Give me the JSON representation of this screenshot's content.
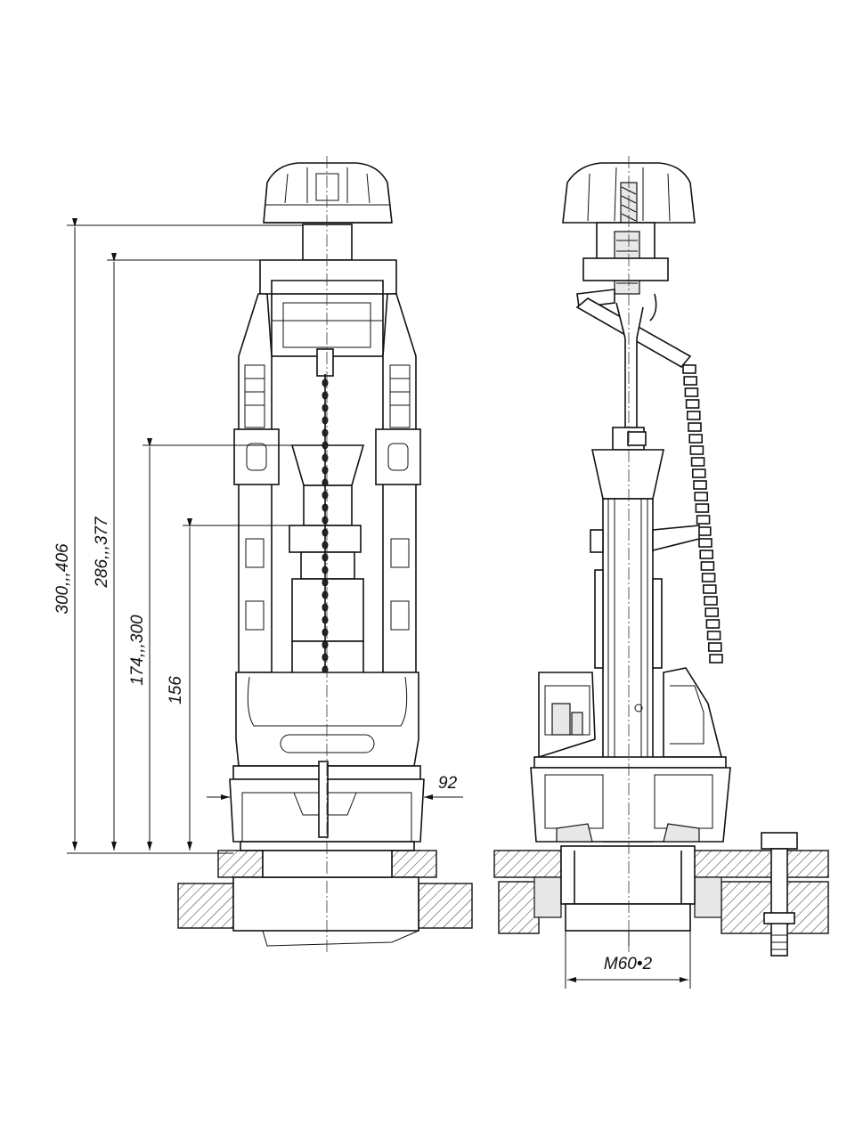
{
  "drawing": {
    "dimensions": {
      "overall_height": "300,,,406",
      "frame_height": "286,,,377",
      "float_height": "174,,,300",
      "fixed_height": "156",
      "width": "92",
      "thread": "M60•2"
    }
  }
}
